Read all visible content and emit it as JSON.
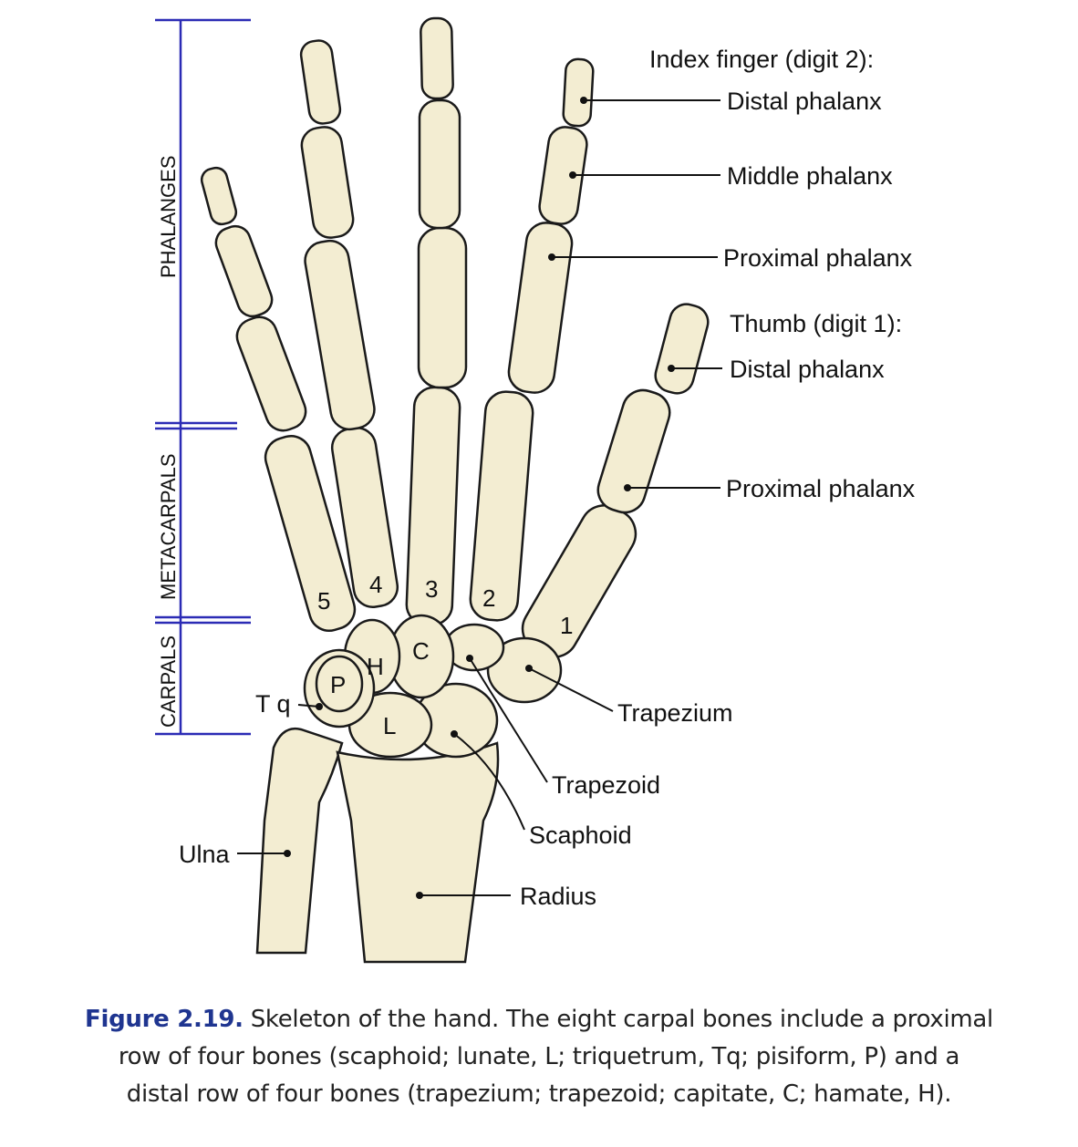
{
  "sections": {
    "phalanges": "PHALANGES",
    "metacarpals": "METACARPALS",
    "carpals": "CARPALS"
  },
  "labels": {
    "index_heading": "Index finger (digit 2):",
    "index_distal": "Distal phalanx",
    "index_middle": "Middle phalanx",
    "index_proximal": "Proximal phalanx",
    "thumb_heading": "Thumb (digit 1):",
    "thumb_distal": "Distal phalanx",
    "thumb_proximal": "Proximal phalanx",
    "trapezium": "Trapezium",
    "trapezoid": "Trapezoid",
    "scaphoid": "Scaphoid",
    "radius": "Radius",
    "ulna": "Ulna",
    "triquetrum": "T q"
  },
  "bone_letters": {
    "m1": "1",
    "m2": "2",
    "m3": "3",
    "m4": "4",
    "m5": "5",
    "hamate": "H",
    "capitate": "C",
    "pisiform": "P",
    "lunate": "L"
  },
  "caption": {
    "figure": "Figure 2.19.",
    "line1": " Skeleton of the hand. The eight carpal bones include a proximal",
    "line2": "row of four bones (scaphoid; lunate, L; triquetrum, Tq; pisiform, P) and a",
    "line3": "distal row of four bones (trapezium; trapezoid; capitate, C; hamate, H)."
  }
}
